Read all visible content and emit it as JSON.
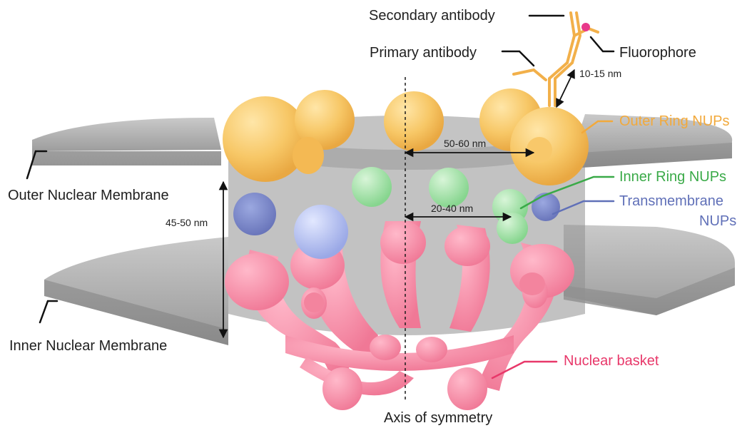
{
  "labels": {
    "secondary_antibody": "Secondary antibody",
    "primary_antibody": "Primary antibody",
    "fluorophore": "Fluorophore",
    "outer_ring_nups": "Outer Ring NUPs",
    "inner_ring_nups": "Inner Ring NUPs",
    "transmembrane_line1": "Transmembrane",
    "transmembrane_line2": "NUPs",
    "outer_nuclear_membrane": "Outer Nuclear Membrane",
    "inner_nuclear_membrane": "Inner Nuclear Membrane",
    "nuclear_basket": "Nuclear basket",
    "axis_of_symmetry": "Axis of symmetry"
  },
  "dimensions": {
    "antibody_to_ring": "10-15 nm",
    "outer_ring_radius": "50-60 nm",
    "inner_ring_radius": "20-40 nm",
    "membrane_spacing": "45-50 nm"
  },
  "colors": {
    "outer_ring": "#f2a93b",
    "inner_ring": "#3aaa48",
    "transmembrane": "#6070b8",
    "nuclear_basket": "#e8386a",
    "text": "#1f1f1f",
    "membrane": "#a6a6a6"
  }
}
